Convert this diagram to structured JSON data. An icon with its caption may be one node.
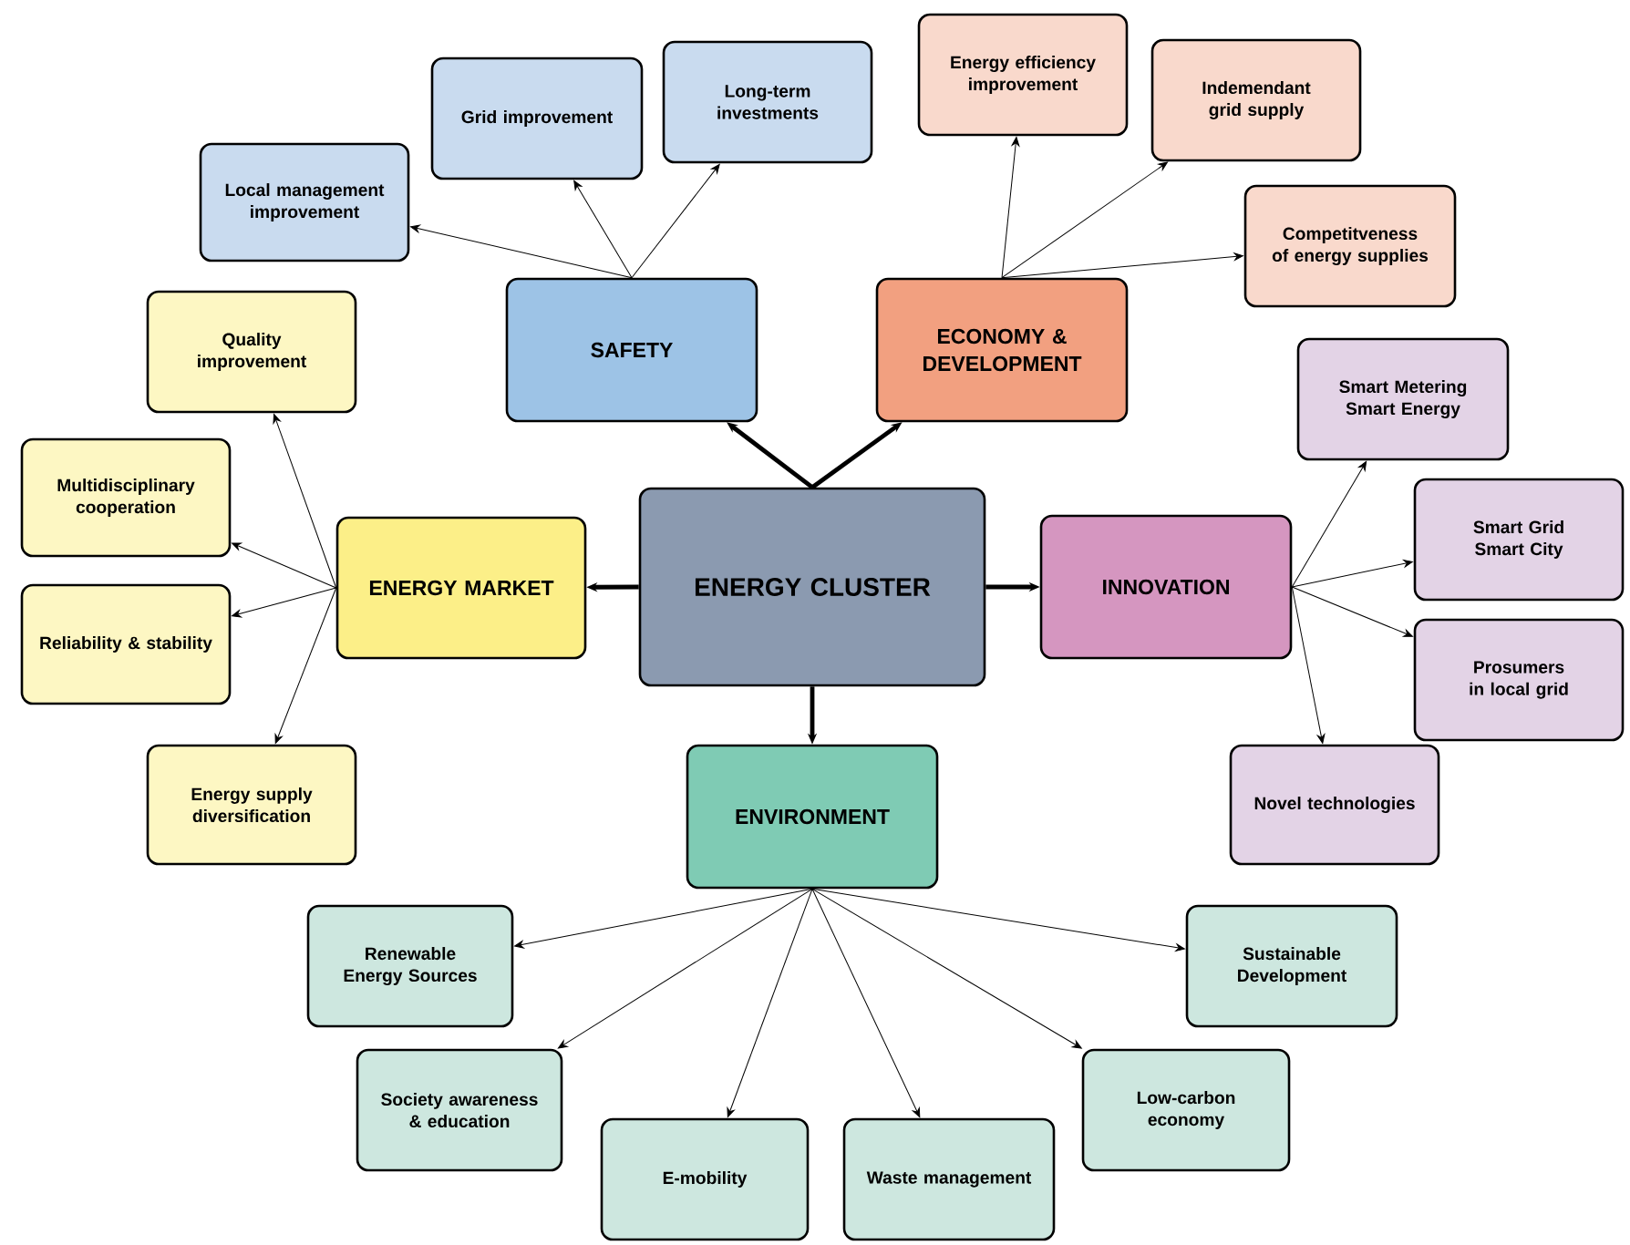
{
  "diagram": {
    "nodes": [
      {
        "text": [
          "ENERGY CLUSTER"
        ]
      },
      {
        "text": [
          "SAFETY"
        ]
      },
      {
        "text": [
          "Local management improvement"
        ]
      },
      {
        "text": [
          "Grid improvement"
        ]
      },
      {
        "text": [
          "Long-term investments"
        ]
      },
      {
        "text": [
          "ECONOMY & DEVELOPMENT"
        ]
      },
      {
        "text": [
          "Energy efficiency improvement"
        ]
      },
      {
        "text": [
          "Indemendant grid supply"
        ]
      },
      {
        "text": [
          "Competitveness of energy supplies"
        ]
      },
      {
        "text": [
          "ENERGY MARKET"
        ]
      },
      {
        "text": [
          "Quality improvement"
        ]
      },
      {
        "text": [
          "Multidisciplinary cooperation"
        ]
      },
      {
        "text": [
          "Reliability & stability"
        ]
      },
      {
        "text": [
          "Energy supply diversification"
        ]
      },
      {
        "text": [
          "INNOVATION"
        ]
      },
      {
        "text": [
          "Smart Metering Smart Energy"
        ]
      },
      {
        "text": [
          "Smart Grid Smart City"
        ]
      },
      {
        "text": [
          "Prosumers in local grid"
        ]
      },
      {
        "text": [
          "Novel technologies"
        ]
      },
      {
        "text": [
          "ENVIRONMENT"
        ]
      },
      {
        "text": [
          "Renewable Energy Sources"
        ]
      },
      {
        "text": [
          "Society awareness & education"
        ]
      },
      {
        "text": [
          "E-mobility"
        ]
      },
      {
        "text": [
          "Waste management"
        ]
      },
      {
        "text": [
          "Low-carbon economy"
        ]
      },
      {
        "text": [
          "Sustainable Development"
        ]
      }
    ],
    "edges": [
      {
        "from": 0,
        "to": 1,
        "arrow": "to",
        "style": "thick"
      },
      {
        "from": 0,
        "to": 5,
        "arrow": "to",
        "style": "thick"
      },
      {
        "from": 0,
        "to": 9,
        "arrow": "to",
        "style": "thick"
      },
      {
        "from": 0,
        "to": 14,
        "arrow": "to",
        "style": "thick"
      },
      {
        "from": 0,
        "to": 19,
        "arrow": "to",
        "style": "thick"
      },
      {
        "from": 1,
        "to": 2,
        "arrow": "to"
      },
      {
        "from": 1,
        "to": 3,
        "arrow": "to"
      },
      {
        "from": 1,
        "to": 4,
        "arrow": "to"
      },
      {
        "from": 5,
        "to": 6,
        "arrow": "to"
      },
      {
        "from": 5,
        "to": 7,
        "arrow": "to"
      },
      {
        "from": 5,
        "to": 8,
        "arrow": "to"
      },
      {
        "from": 9,
        "to": 10,
        "arrow": "to"
      },
      {
        "from": 9,
        "to": 11,
        "arrow": "to"
      },
      {
        "from": 9,
        "to": 12,
        "arrow": "to"
      },
      {
        "from": 9,
        "to": 13,
        "arrow": "to"
      },
      {
        "from": 14,
        "to": 15,
        "arrow": "to"
      },
      {
        "from": 14,
        "to": 16,
        "arrow": "to"
      },
      {
        "from": 14,
        "to": 17,
        "arrow": "to"
      },
      {
        "from": 14,
        "to": 18,
        "arrow": "to"
      },
      {
        "from": 19,
        "to": 20,
        "arrow": "to"
      },
      {
        "from": 19,
        "to": 21,
        "arrow": "to"
      },
      {
        "from": 19,
        "to": 22,
        "arrow": "to"
      },
      {
        "from": 19,
        "to": 23,
        "arrow": "to"
      },
      {
        "from": 19,
        "to": 24,
        "arrow": "to"
      },
      {
        "from": 19,
        "to": 25,
        "arrow": "to"
      }
    ]
  }
}
